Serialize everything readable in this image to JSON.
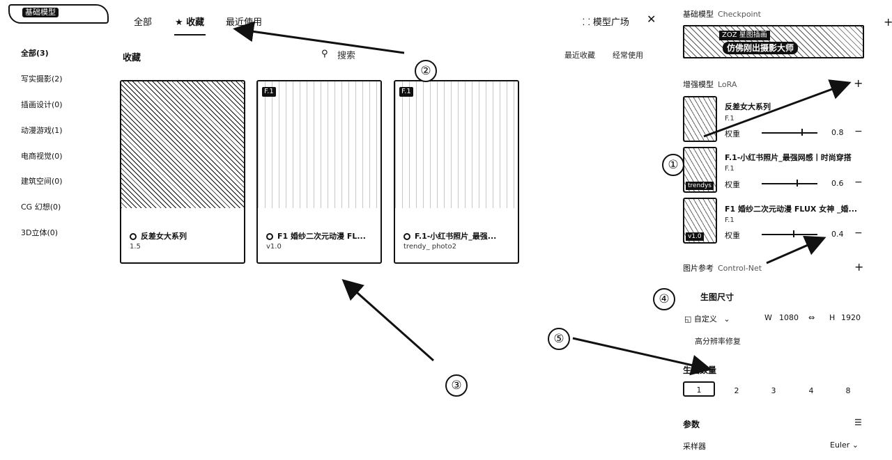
{
  "header": {
    "tag_label": "基础模型",
    "tabs": [
      {
        "label": "全部",
        "active": false
      },
      {
        "label": "★ 收藏",
        "active": true
      },
      {
        "label": "最近使用",
        "active": false
      }
    ],
    "model_plaza": "模型广场",
    "close_glyph": "✕"
  },
  "sidebar": {
    "items": [
      {
        "label": "全部(3)",
        "active": true
      },
      {
        "label": "写实摄影(2)"
      },
      {
        "label": "插画设计(0)"
      },
      {
        "label": "动漫游戏(1)"
      },
      {
        "label": "电商视觉(0)"
      },
      {
        "label": "建筑空间(0)"
      },
      {
        "label": "CG 幻想(0)"
      },
      {
        "label": "3D立体(0)"
      }
    ]
  },
  "main": {
    "section_title": "收藏",
    "search_label": "搜索",
    "sort_recent": "最近收藏",
    "sort_frequent": "经常使用",
    "cards": [
      {
        "badge": "",
        "name": "反差女大系列",
        "version": "1.5"
      },
      {
        "badge": "F.1",
        "name": "F1 婚纱二次元动漫 FL...",
        "version": "v1.0"
      },
      {
        "badge": "F.1",
        "name": "F.1-小红书照片_最强...",
        "version": "trendy_ photo2"
      }
    ]
  },
  "panel": {
    "base_model": {
      "label": "基础模型",
      "en": "Checkpoint",
      "thumb_tag": "ZOZ 星图插画",
      "thumb_title": "仿佛刚出摄影大师"
    },
    "lora": {
      "label": "增强模型",
      "en": "LoRA",
      "weight_label": "权重",
      "items": [
        {
          "name": "反差女大系列",
          "type": "F.1",
          "weight": 0.8,
          "thumb_tag": ""
        },
        {
          "name": "F.1-小红书照片_最强网感丨时尚穿搭",
          "type": "F.1",
          "weight": 0.6,
          "thumb_tag": "trendys"
        },
        {
          "name": "F1 婚纱二次元动漫 FLUX 女神 _婚...",
          "type": "F.1",
          "weight": 0.4,
          "thumb_tag": "v1.0"
        }
      ],
      "weight_texts": [
        "0.8",
        "0.6",
        "0.4"
      ]
    },
    "controlnet": {
      "label": "图片参考",
      "en": "Control-Net"
    },
    "size": {
      "label": "生图尺寸",
      "mode": "自定义",
      "w_label": "W",
      "w": "1080",
      "link_glyph": "⇔",
      "h_label": "H",
      "h": "1920",
      "hires": "高分辨率修复"
    },
    "count": {
      "label": "生图数量",
      "options": [
        "1",
        "2",
        "3",
        "4",
        "8"
      ],
      "selected": "1"
    },
    "params": {
      "label": "参数",
      "sampler_label": "采样器",
      "sampler_value": "Euler"
    }
  },
  "annotations": [
    "①",
    "②",
    "③",
    "④",
    "⑤"
  ],
  "colors": {
    "ink": "#111111",
    "bg": "#ffffff"
  }
}
